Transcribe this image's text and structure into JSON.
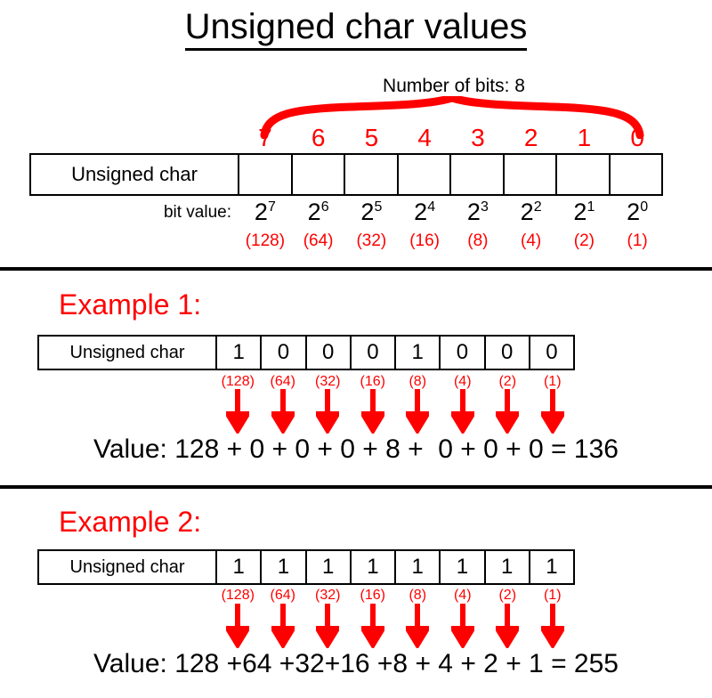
{
  "title": "Unsigned char values",
  "colors": {
    "accent_red": "#ff0000",
    "text_black": "#000000",
    "background": "#ffffff"
  },
  "header_section": {
    "bits_caption": "Number of bits: 8",
    "brace_icon": "curly-brace-icon",
    "bit_indices": [
      "7",
      "6",
      "5",
      "4",
      "3",
      "2",
      "1",
      "0"
    ],
    "row_label": "Unsigned char",
    "cells": [
      "",
      "",
      "",
      "",
      "",
      "",
      "",
      ""
    ],
    "bit_value_label": "bit value:",
    "bit_powers_base": [
      "2",
      "2",
      "2",
      "2",
      "2",
      "2",
      "2",
      "2"
    ],
    "bit_powers_exp": [
      "7",
      "6",
      "5",
      "4",
      "3",
      "2",
      "1",
      "0"
    ],
    "bit_decimals": [
      "(128)",
      "(64)",
      "(32)",
      "(16)",
      "(8)",
      "(4)",
      "(2)",
      "(1)"
    ]
  },
  "examples": [
    {
      "title": "Example 1:",
      "row_label": "Unsigned char",
      "bits": [
        "1",
        "0",
        "0",
        "0",
        "1",
        "0",
        "0",
        "0"
      ],
      "decimals": [
        "(128)",
        "(64)",
        "(32)",
        "(16)",
        "(8)",
        "(4)",
        "(2)",
        "(1)"
      ],
      "arrow_icon": "down-arrow-icon",
      "value_line": "Value: 128 + 0 + 0 + 0 + 8 +  0 + 0 + 0 = 136",
      "value_label": "Value:",
      "terms": [
        "128",
        "0",
        "0",
        "0",
        "8",
        "0",
        "0",
        "0"
      ],
      "result": "136"
    },
    {
      "title": "Example 2:",
      "row_label": "Unsigned char",
      "bits": [
        "1",
        "1",
        "1",
        "1",
        "1",
        "1",
        "1",
        "1"
      ],
      "decimals": [
        "(128)",
        "(64)",
        "(32)",
        "(16)",
        "(8)",
        "(4)",
        "(2)",
        "(1)"
      ],
      "arrow_icon": "down-arrow-icon",
      "value_line": "Value: 128 +64 +32+16 +8 + 4 + 2 + 1 = 255",
      "value_label": "Value:",
      "terms": [
        "128",
        "64",
        "32",
        "16",
        "8",
        "4",
        "2",
        "1"
      ],
      "result": "255"
    }
  ]
}
